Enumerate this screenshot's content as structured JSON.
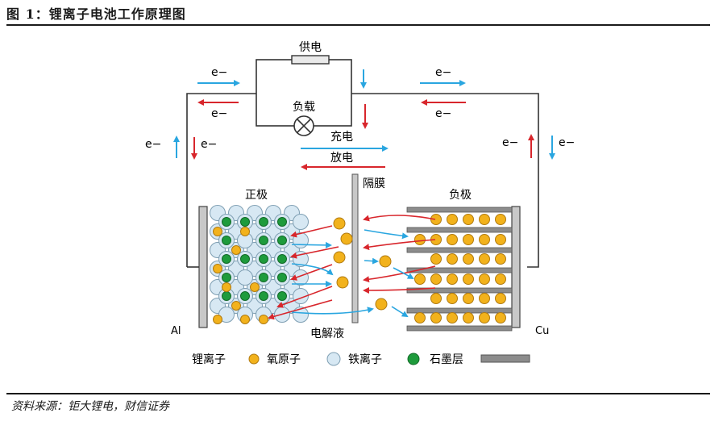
{
  "header": {
    "title": "图 1：锂离子电池工作原理图"
  },
  "footer": {
    "source": "资料来源：钜大锂电，财信证券"
  },
  "diagram": {
    "supply_label": "供电",
    "load_label": "负载",
    "charge_label": "充电",
    "discharge_label": "放电",
    "separator_label": "隔膜",
    "cathode_label": "正极",
    "anode_label": "负极",
    "electrolyte_label": "电解液",
    "al_label": "Al",
    "cu_label": "Cu",
    "electron_label": "e−",
    "legend": {
      "lithium": "锂离子",
      "oxygen": "氧原子",
      "iron": "铁离子",
      "graphite": "石墨层"
    }
  },
  "colors": {
    "lithium": "#f2b21c",
    "oxygen": "#d7e8f3",
    "iron": "#1e9b3c",
    "graphite": "#8c8c8c",
    "red_arrow": "#d8262c",
    "blue_arrow": "#2aa6e0"
  }
}
